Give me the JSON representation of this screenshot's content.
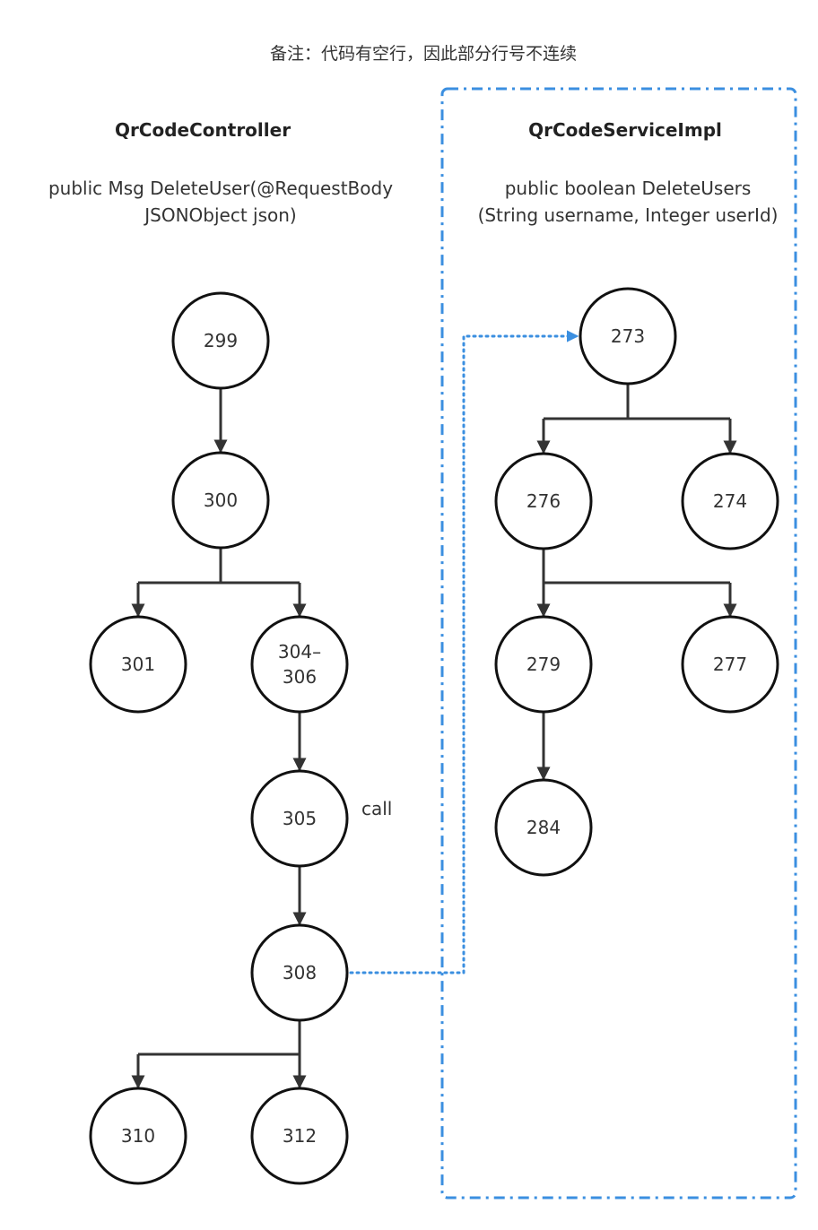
{
  "note": "备注：代码有空行，因此部分行号不连续",
  "colors": {
    "node_stroke": "#111111",
    "edge": "#333333",
    "call_link": "#3b8fe0",
    "group_border": "#3b8fe0",
    "text": "#333333"
  },
  "controller": {
    "title": "QrCodeController",
    "signature_line1": "public Msg DeleteUser(@RequestBody",
    "signature_line2": "JSONObject json)",
    "nodes": [
      {
        "id": "299",
        "lines": [
          "299"
        ]
      },
      {
        "id": "300",
        "lines": [
          "300"
        ]
      },
      {
        "id": "301",
        "lines": [
          "301"
        ]
      },
      {
        "id": "304-306",
        "lines": [
          "304–",
          "306"
        ]
      },
      {
        "id": "305",
        "lines": [
          "305"
        ]
      },
      {
        "id": "308",
        "lines": [
          "308"
        ]
      },
      {
        "id": "310",
        "lines": [
          "310"
        ]
      },
      {
        "id": "312",
        "lines": [
          "312"
        ]
      }
    ],
    "edges": [
      {
        "from": "299",
        "to": "300"
      },
      {
        "from": "300",
        "to": "301"
      },
      {
        "from": "300",
        "to": "304-306"
      },
      {
        "from": "304-306",
        "to": "305"
      },
      {
        "from": "305",
        "to": "308"
      },
      {
        "from": "308",
        "to": "310"
      },
      {
        "from": "308",
        "to": "312"
      }
    ],
    "call_label": "call"
  },
  "service": {
    "title": "QrCodeServiceImpl",
    "signature_line1": "public boolean DeleteUsers",
    "signature_line2": "(String username, Integer userId)",
    "nodes": [
      {
        "id": "273",
        "lines": [
          "273"
        ]
      },
      {
        "id": "276",
        "lines": [
          "276"
        ]
      },
      {
        "id": "274",
        "lines": [
          "274"
        ]
      },
      {
        "id": "279",
        "lines": [
          "279"
        ]
      },
      {
        "id": "277",
        "lines": [
          "277"
        ]
      },
      {
        "id": "284",
        "lines": [
          "284"
        ]
      }
    ],
    "edges": [
      {
        "from": "273",
        "to": "276"
      },
      {
        "from": "273",
        "to": "274"
      },
      {
        "from": "276",
        "to": "279"
      },
      {
        "from": "276",
        "to": "277"
      },
      {
        "from": "279",
        "to": "284"
      }
    ]
  },
  "call_link": {
    "from": "308",
    "to": "273"
  }
}
